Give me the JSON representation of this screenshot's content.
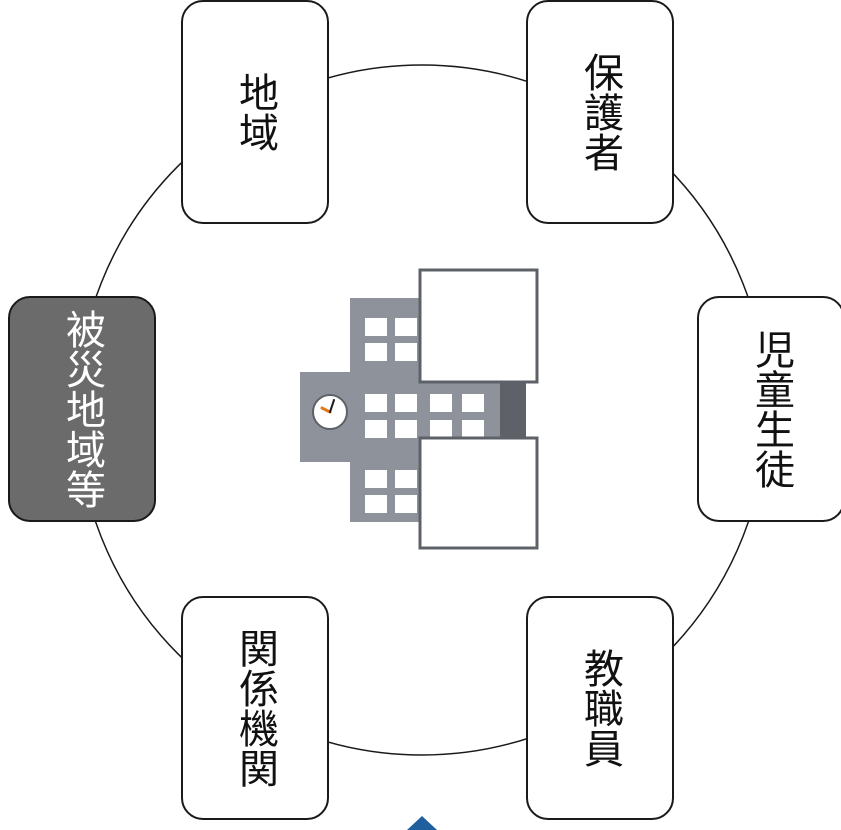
{
  "nodes": {
    "region": "地域",
    "guardians": "保護者",
    "affected_area": "被災地域等",
    "students": "児童生徒",
    "agencies": "関係機関",
    "staff": "教職員"
  },
  "colors": {
    "line": "#1a1a1a",
    "active_fill": "#6b6b6b",
    "building": "#8e929b",
    "window": "#ffffff",
    "clock_hand": "#e07a1a",
    "pointer": "#1f5f9e"
  },
  "icons": [
    "school-building-icon",
    "clock-icon",
    "up-arrow-icon"
  ]
}
